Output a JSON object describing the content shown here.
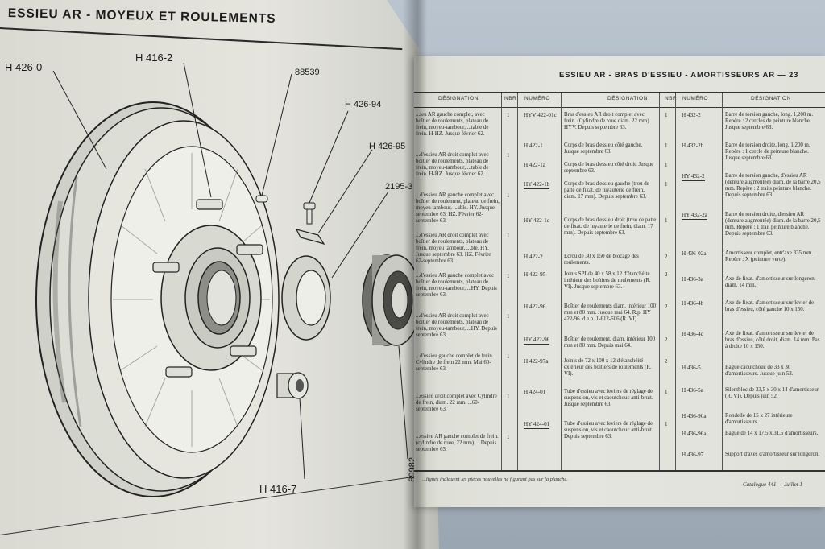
{
  "left_page": {
    "header": "ESSIEU AR - MOYEUX ET ROULEMENTS",
    "callouts": [
      "H 426-0",
      "H 416-2",
      "88539",
      "H 426-94",
      "H 426-95",
      "2195-3",
      "H 416-7",
      "89982",
      "62005"
    ]
  },
  "right_page": {
    "header": "ESSIEU AR - BRAS D'ESSIEU - AMORTISSEURS AR — 23",
    "columns": {
      "designation": "DÉSIGNATION",
      "qty": "NBR",
      "numero": "NUMÉRO",
      "designation2": "DÉSIGNATION",
      "qty2": "NBR",
      "numero2": "NUMÉRO",
      "designation3": "DÉSIGNATION"
    },
    "col1_rows": [
      {
        "text": "...ieu AR gauche complet, avec boîtier de roulements, plateau de frein, moyeu-tambour, ...table de frein. H-HZ. Jusque février 62.",
        "qty": "1"
      },
      {
        "text": "...d'essieu AR droit complet avec boîtier de roulements, plateau de frein, moyeu-tambour, ...table de frein. H-HZ. Jusque février 62.",
        "qty": "1"
      },
      {
        "text": "...d'essieu AR gauche complet avec boîtier de roulement, plateau de frein, moyeu tambour, ...able. HY. Jusque septembre 63. HZ. Février 62-septembre 63.",
        "qty": "1"
      },
      {
        "text": "...d'essieu AR droit complet avec boîtier de roulements, plateau de frein, moyeu tambour, ...ble. HY. Jusque septembre 63. HZ. Février 62-septembre 63.",
        "qty": "1"
      },
      {
        "text": "...d'essieu AR gauche complet avec boîtier de roulements, plateau de frein, moyeu-tambour, ...HY. Depuis septembre 63.",
        "qty": "1"
      },
      {
        "text": "...d'essieu AR droit complet avec boîtier de roulements, plateau de frein, moyeu-tambour, ...HY. Depuis septembre 63.",
        "qty": "1"
      },
      {
        "text": "...d'essieu gauche complet de frein. Cylindre de frein 22 mm. Mai 60-septembre 63.",
        "qty": "1"
      },
      {
        "text": "...essieu droit complet avec Cylindre de frein, diam. 22 mm. ...60-septembre 63.",
        "qty": "1"
      },
      {
        "text": "...essieu AR gauche complet de frein. (cylindre de roue, 22 mm). ...Depuis septembre 63.",
        "qty": "1"
      }
    ],
    "col2_rows": [
      {
        "num": "HYV 422-01c",
        "ul": false,
        "text": "Bras d'essieu AR droit complet avec frein. (Cylindre de roue diam. 22 mm). HYV. Depuis septembre 63.",
        "qty": "1"
      },
      {
        "num": "H 422-1",
        "ul": false,
        "text": "Corps de bras d'essieu côté gauche. Jusque septembre 63.",
        "qty": "1"
      },
      {
        "num": "H 422-1a",
        "ul": false,
        "text": "Corps de bras d'essieu côté droit. Jusque septembre 63.",
        "qty": "1"
      },
      {
        "num": "HY 422-1b",
        "ul": true,
        "text": "Corps de bras d'essieu gauche (trou de patte de fixat. de tuyauterie de frein, diam. 17 mm). Depuis septembre 63.",
        "qty": "1"
      },
      {
        "num": "HY 422-1c",
        "ul": true,
        "text": "Corps de bras d'essieu droit (trou de patte de fixat. de tuyauterie de frein, diam. 17 mm). Depuis septembre 63.",
        "qty": "1"
      },
      {
        "num": "H 422-2",
        "ul": false,
        "text": "Ecrou de 30 x 150 de blocage des roulements.",
        "qty": "2"
      },
      {
        "num": "H 422-95",
        "ul": false,
        "text": "Joints SPI de 40 x 58 x 12 d'étanchéité intérieur des boîtiers de roulements (R. VI). Jusque septembre 63.",
        "qty": "2"
      },
      {
        "num": "H 422-96",
        "ul": false,
        "text": "Boîtier de roulements diam. intérieur 100 mm et 80 mm. Jusque mai 64. R.p. HY 422-96. d.e.n. 1-612-606 (R. VI).",
        "qty": "2"
      },
      {
        "num": "HY 422-96",
        "ul": true,
        "text": "Boîtier de roulement, diam. intérieur 100 mm et 80 mm. Depuis mai 64.",
        "qty": "2"
      },
      {
        "num": "H 422-97a",
        "ul": false,
        "text": "Joints de 72 x 100 x 12 d'étanchéité extérieur des boîtiers de roulements (R. VI).",
        "qty": "2"
      },
      {
        "num": "H 424-01",
        "ul": false,
        "text": "Tube d'essieu avec leviers de réglage de suspension, vis et caoutchouc anti-bruit. Jusque septembre 63.",
        "qty": "1"
      },
      {
        "num": "HY 424-01",
        "ul": true,
        "text": "Tube d'essieu avec leviers de réglage de suspension, vis et caoutchouc anti-bruit. Depuis septembre 63.",
        "qty": "1"
      }
    ],
    "col3_rows": [
      {
        "num": "H 432-2",
        "ul": false,
        "text": "Barre de torsion gauche, long. 1,200 m. Repère : 2 cercles de peinture blanche. Jusque septembre 63."
      },
      {
        "num": "H 432-2b",
        "ul": false,
        "text": "Barre de torsion droite, long. 1,200 m. Repère : 1 cercle de peinture blanche. Jusque septembre 63."
      },
      {
        "num": "HY 432-2",
        "ul": true,
        "text": "Barre de torsion gauche, d'essieu AR (denture augmentée) diam. de la barre 20,5 mm. Repère : 2 traits peinture blanche. Depuis septembre 63."
      },
      {
        "num": "HY 432-2a",
        "ul": true,
        "text": "Barre de torsion droite, d'essieu AR (denture augmentée) diam. de la barre 20,5 mm. Repère : 1 trait peinture blanche. Depuis septembre 63."
      },
      {
        "num": "H 436-02a",
        "ul": false,
        "text": "Amortisseur complet, entr'axe 335 mm. Repère : X (peinture verte)."
      },
      {
        "num": "H 436-3a",
        "ul": false,
        "text": "Axe de fixat. d'amortisseur sur longeron, diam. 14 mm."
      },
      {
        "num": "H 436-4b",
        "ul": false,
        "text": "Axe de fixat. d'amortisseur sur levier de bras d'essieu, côté gauche 10 x 150."
      },
      {
        "num": "H 436-4c",
        "ul": false,
        "text": "Axe de fixat. d'amortisseur sur levier de bras d'essieu, côté droit, diam. 14 mm. Pas à droite 10 x 150."
      },
      {
        "num": "H 436-5",
        "ul": false,
        "text": "Bague caoutchouc de 33 x 30 d'amortisseurs. Jusque juin 52."
      },
      {
        "num": "H 436-5a",
        "ul": false,
        "text": "Silentbloc de 33,5 x 30 x 14 d'amortisseur (R. VI). Depuis juin 52."
      },
      {
        "num": "H 436-90a",
        "ul": false,
        "text": "Rondelle de 15 x 27 intérieure d'amortisseurs."
      },
      {
        "num": "H 436-96a",
        "ul": false,
        "text": "Bague de 14 x 17,5 x 31,5 d'amortisseurs."
      },
      {
        "num": "H 436-97",
        "ul": false,
        "text": "Support d'axes d'amortisseur sur longeron."
      }
    ],
    "footnote": "...lignés indiquent les pièces nouvelles ne figurant pas sur la planche.",
    "catalog": "Catalogue 441 — Juillet 1"
  }
}
